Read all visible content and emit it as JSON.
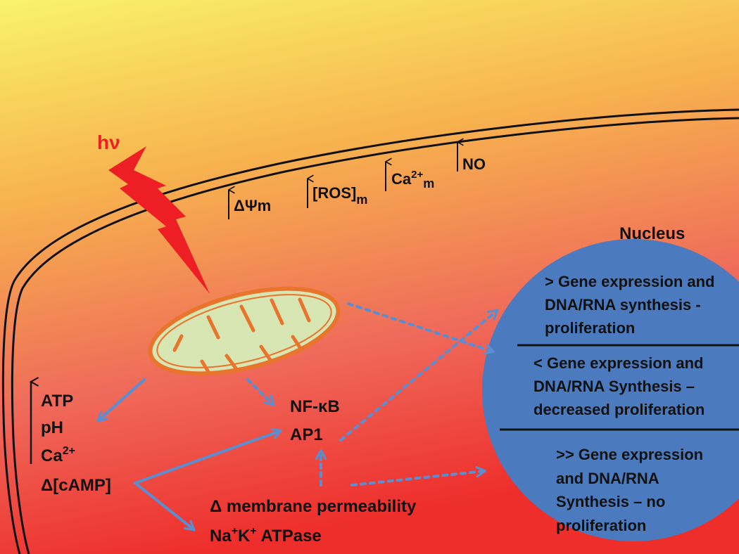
{
  "light": {
    "label": "hν"
  },
  "mito_markers": {
    "delta_psi": {
      "base": "ΔΨm"
    },
    "ros": {
      "base": "[ROS]",
      "sub": "m"
    },
    "calcium": {
      "base": "Ca",
      "sup": "2+",
      "sub": "m"
    },
    "no": {
      "base": "NO"
    }
  },
  "cytoplasm_list": {
    "atp": "ATP",
    "ph": "pH",
    "ca": {
      "base": "Ca",
      "sup": "2+"
    },
    "camp": "Δ[cAMP]"
  },
  "transcription_factors": {
    "nfkb": "NF-κB",
    "ap1": "AP1"
  },
  "membrane": {
    "permeability": "Δ membrane permeability",
    "atpase": {
      "na": "Na",
      "na_sup": "+",
      "k": "K",
      "k_sup": "+",
      "rest": " ATPase"
    }
  },
  "nucleus": {
    "title": "Nucleus",
    "outcome_1": [
      "> Gene expression and",
      "DNA/RNA synthesis -",
      "proliferation"
    ],
    "outcome_2": [
      "< Gene expression and",
      "DNA/RNA Synthesis –",
      "decreased proliferation"
    ],
    "outcome_3": [
      ">> Gene expression",
      "and DNA/RNA",
      "Synthesis – no",
      "proliferation"
    ]
  },
  "colors": {
    "bg_top": "#f9f36a",
    "bg_mid": "#f6a24c",
    "bg_bottom": "#ee2e2b",
    "bolt": "#ee1f24",
    "nucleus": "#4b7bbe",
    "arrow": "#5b8ed0",
    "mito_outer": "#e9742c",
    "mito_inner": "#d8e6b3"
  }
}
